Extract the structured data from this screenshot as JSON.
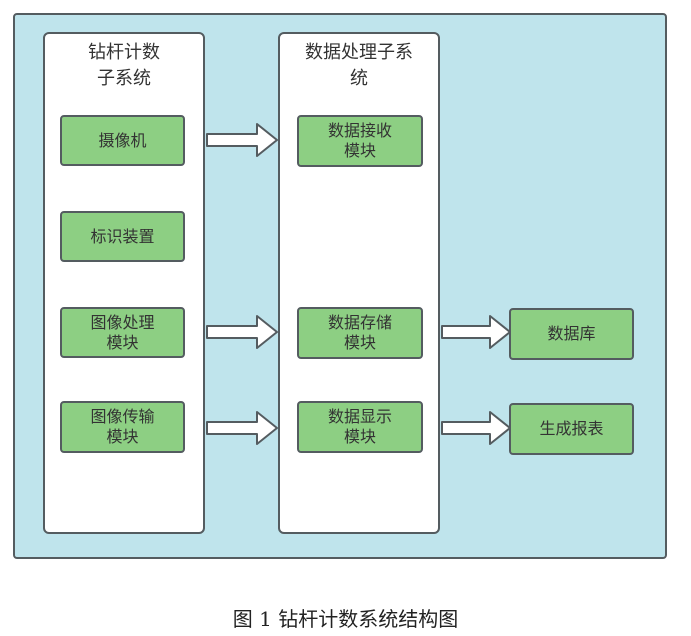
{
  "diagram": {
    "subsystems": {
      "drill": {
        "title": "钻杆计数\n子系统"
      },
      "data": {
        "title": "数据处理子系\n统"
      }
    },
    "modules": {
      "camera": "摄像机",
      "marker": "标识装置",
      "image_processing": "图像处理\n模块",
      "image_transfer": "图像传输\n模块",
      "data_receive": "数据接收\n模块",
      "data_storage": "数据存储\n模块",
      "data_display": "数据显示\n模块",
      "database": "数据库",
      "report": "生成报表"
    },
    "colors": {
      "background": "#bfe4ec",
      "module_fill": "#8dcf83",
      "border": "#545c60"
    }
  },
  "caption": "图 1 钻杆计数系统结构图"
}
